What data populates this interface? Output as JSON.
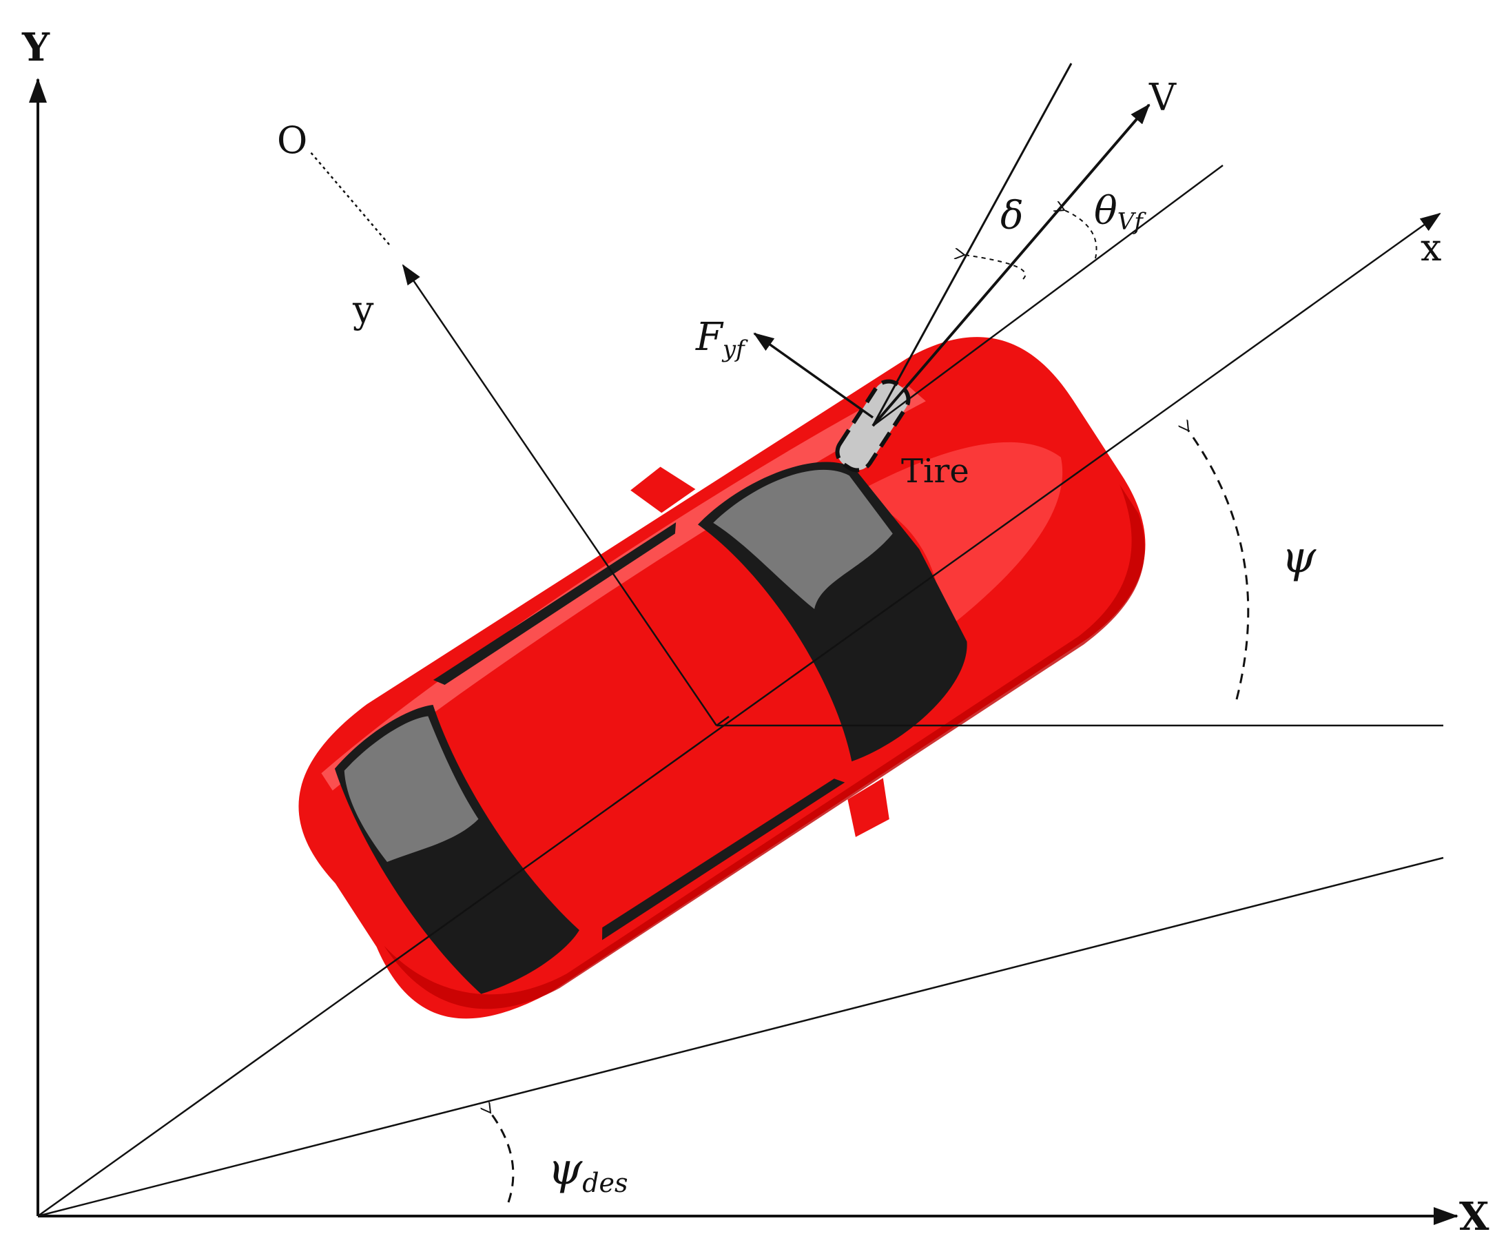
{
  "labels": {
    "global_y_axis": "Y",
    "global_x_axis": "X",
    "body_x_axis": "x",
    "body_y_axis": "y",
    "origin_o": "O",
    "velocity": "V",
    "steer_angle": "δ",
    "theta_base": "θ",
    "theta_sub": "Vf",
    "lateral_force_base": "F",
    "lateral_force_sub": "yf",
    "tire": "Tire",
    "yaw": "ψ",
    "yaw_des_base": "ψ",
    "yaw_des_sub": "des"
  },
  "colors": {
    "car_body": "#ee1111",
    "car_highlight": "#ff6666",
    "car_shadow": "#c20000",
    "glass_dark": "#1b1b1b",
    "glass_light": "#8a8a8a",
    "tire_fill": "#c8c8c8",
    "line": "#111111"
  },
  "icons": {
    "car": "sports-car-top-view-icon",
    "tire": "front-tire-icon"
  }
}
